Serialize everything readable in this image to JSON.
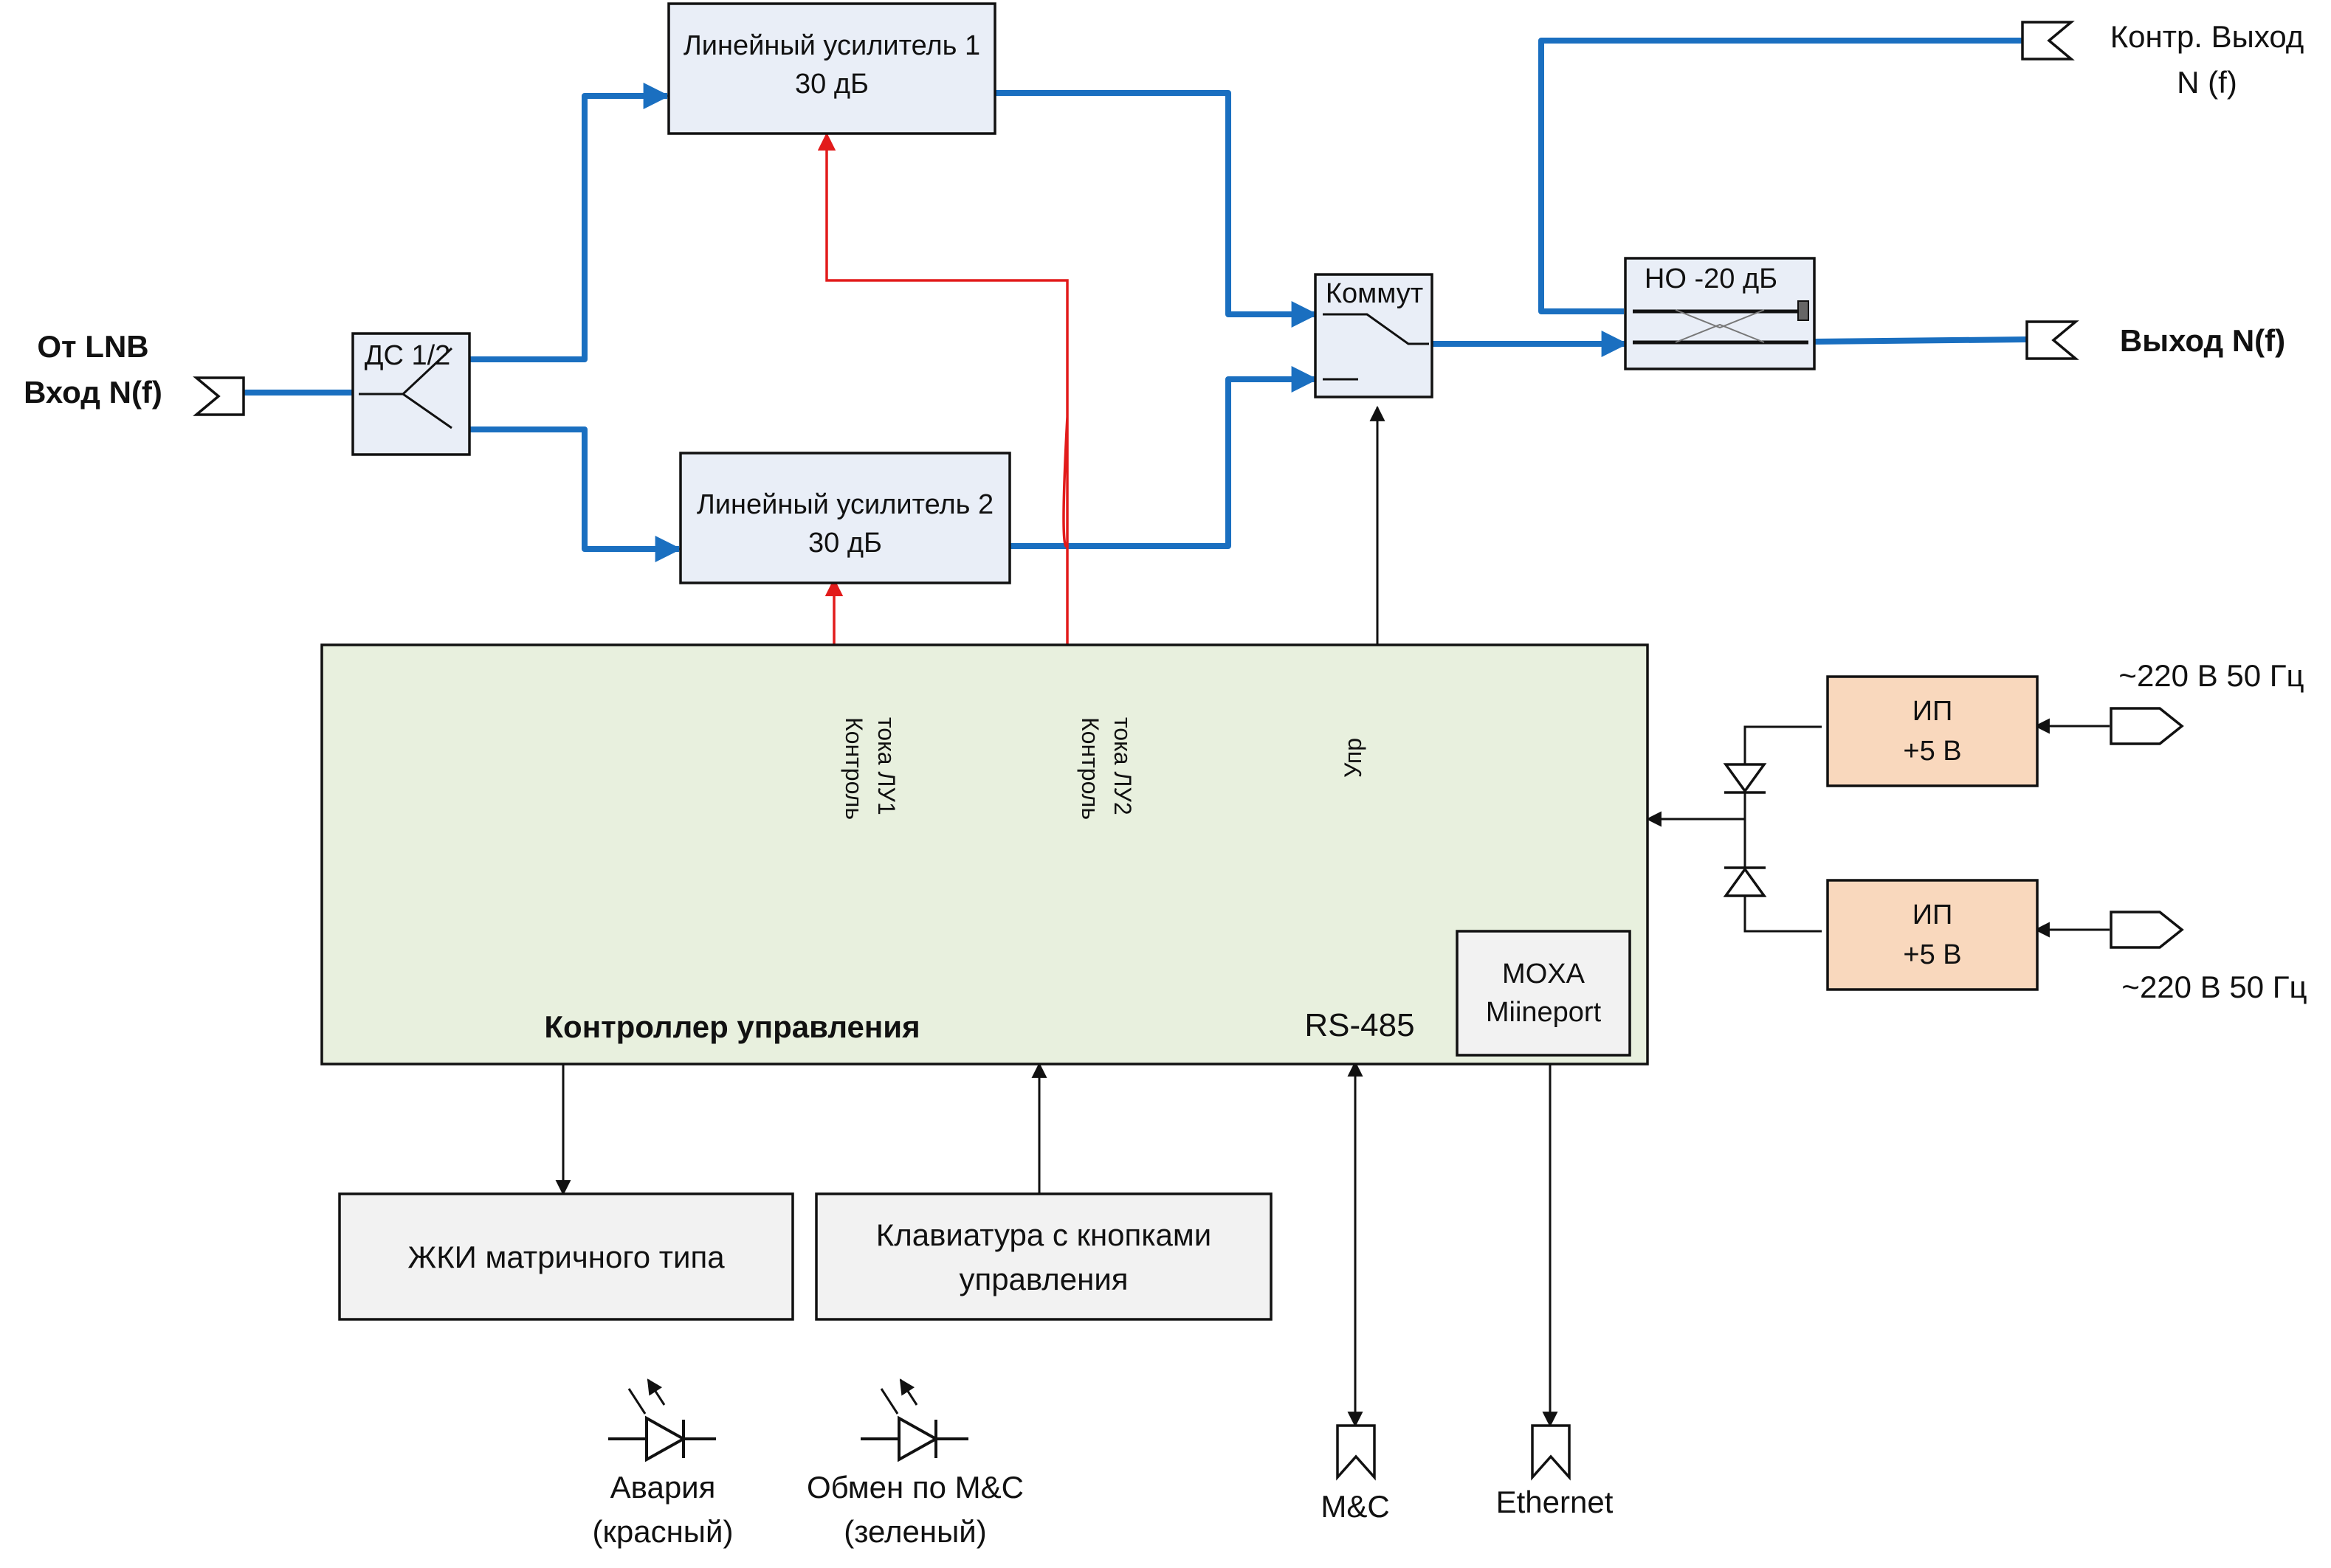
{
  "input": {
    "line1": "От LNB",
    "line2": "Вход N(f)"
  },
  "splitter": {
    "label": "ДС 1/2"
  },
  "amp1": {
    "line1": "Линейный усилитель 1",
    "line2": "30 дБ"
  },
  "amp2": {
    "line1": "Линейный усилитель 2",
    "line2": "30 дБ"
  },
  "switch": {
    "label": "Коммут"
  },
  "coupler": {
    "label": "НО -20 дБ"
  },
  "monitor_output": {
    "line1": "Контр. Выход",
    "line2": "N (f)"
  },
  "main_output": {
    "label": "Выход N(f)"
  },
  "controller": {
    "title": "Контроллер управления",
    "bus_label": "RS-485",
    "current_sense_1": {
      "line1": "Контроль",
      "line2": "тока ЛУ1"
    },
    "current_sense_2": {
      "line1": "Контроль",
      "line2": "тока ЛУ2"
    },
    "control_label": "Упр"
  },
  "moxa": {
    "line1": "MOXA",
    "line2": "Miineport"
  },
  "psu1": {
    "line1": "ИП",
    "line2": "+5 В",
    "mains": "~220 В 50 Гц"
  },
  "psu2": {
    "line1": "ИП",
    "line2": "+5 В",
    "mains": "~220 В 50 Гц"
  },
  "lcd": {
    "label": "ЖКИ матричного типа"
  },
  "keypad": {
    "line1": "Клавиатура с кнопками",
    "line2": "управления"
  },
  "led_alarm": {
    "line1": "Авария",
    "line2": "(красный)"
  },
  "led_mc": {
    "line1": "Обмен по M&C",
    "line2": "(зеленый)"
  },
  "port_mc": {
    "label": "M&C"
  },
  "port_ethernet": {
    "label": "Ethernet"
  },
  "colors": {
    "rf_signal": "#1a6fc0",
    "control_signal": "#e21b1b",
    "block_fill": "#e9eef7",
    "controller_fill": "#e8f0de",
    "psu_fill": "#f9d8bd",
    "peripheral_fill": "#f2f2f2"
  }
}
